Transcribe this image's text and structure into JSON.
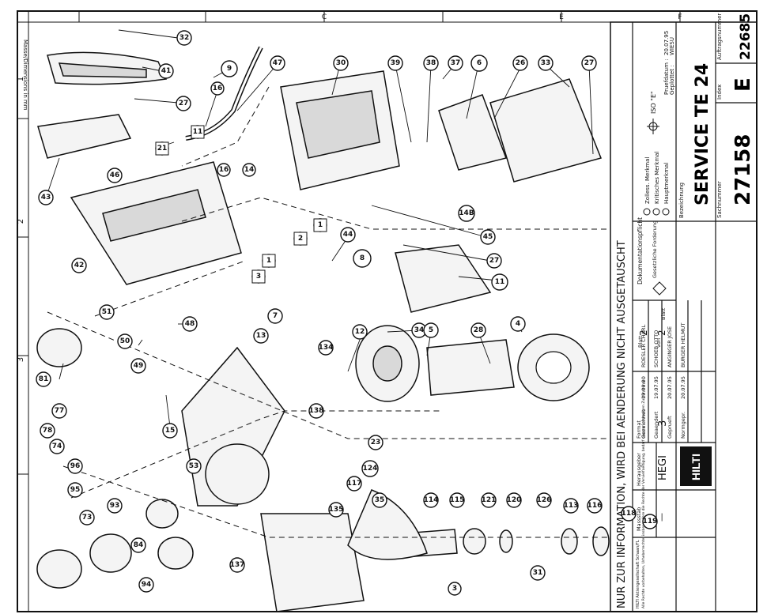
{
  "header_note": "NUR ZUR INFORMATION, WIRD BEI AENDERUNG NICHT AUSGETAUSCHT",
  "units_label": "Masse/Dimensions in mm",
  "symbols": {
    "zoll": "Zolless. Merkmal",
    "kritisch": "Kritisches Merkmal",
    "haupt": "Hauptmerkmal",
    "gesetz": "Gesetzliche Forderung",
    "doku": "Dokumentationspflicht",
    "iso": "ISO \"E\""
  },
  "plot": {
    "pruefdatum_label": "Pruefdatum :",
    "pruefdatum": "20.07.95",
    "geplottet_label": "Geplottet :",
    "geplottet": "WIESU"
  },
  "title_block": {
    "bezeichnung_label": "Bezeichnung",
    "title": "SERVICE TE 24",
    "sachnummer_label": "Sachnummer",
    "sachnummer": "27158",
    "index_label": "Index",
    "index": "E",
    "auftrag_label": "Auftragsnummer",
    "auftrag": "22685",
    "masstab_label": "Massstab",
    "masstab": "—",
    "herausgeber_label": "Herausgeber",
    "herausgeber": "HEGI",
    "format_label": "Format",
    "format": "3",
    "blatt_label": "Blatt",
    "blatt": "2",
    "von_label": "von",
    "von": "2",
    "blatt2_label": "Blatt",
    "company": "HILTI",
    "company_line": "HILTI Aktiengesellschaft Schaan/FL",
    "rights": "Alle Rechte vorbehalten, Urheberrechte, insbesondere die Rechte der Vervielfaeltigung, bedarf unserer vorherigen Zustimmung"
  },
  "revisions": [
    {
      "label": "Gezeichnet",
      "date": "19.09.90",
      "name": "ROESLER CHARL"
    },
    {
      "label": "Geaendert",
      "date": "19.07.95",
      "name": "SCHOEB OTTO"
    },
    {
      "label": "Geprueft",
      "date": "20.07.95",
      "name": "ANGINGER JOSE"
    },
    {
      "label": "Normgepr.",
      "date": "20.07.95",
      "name": "BURGER HELMUT"
    }
  ],
  "grid_numbers": [
    "1",
    "2",
    "3"
  ],
  "grid_letters": [
    "C",
    "E",
    "F"
  ],
  "callouts": [
    "32",
    "41",
    "27",
    "47",
    "9",
    "16",
    "30",
    "39",
    "38",
    "37",
    "6",
    "26",
    "33",
    "27",
    "11",
    "21",
    "43",
    "46",
    "16",
    "14",
    "2",
    "1",
    "44",
    "8",
    "3",
    "1",
    "7",
    "14B",
    "45",
    "27",
    "11",
    "42",
    "51",
    "50",
    "49",
    "48",
    "12",
    "34",
    "5",
    "28",
    "4",
    "81",
    "77",
    "78",
    "13",
    "134",
    "138",
    "74",
    "96",
    "95",
    "73",
    "93",
    "84",
    "94",
    "15",
    "53",
    "23",
    "124",
    "117",
    "135",
    "35",
    "114",
    "115",
    "121",
    "120",
    "126",
    "113",
    "116",
    "118",
    "119",
    "137",
    "31",
    "3"
  ]
}
